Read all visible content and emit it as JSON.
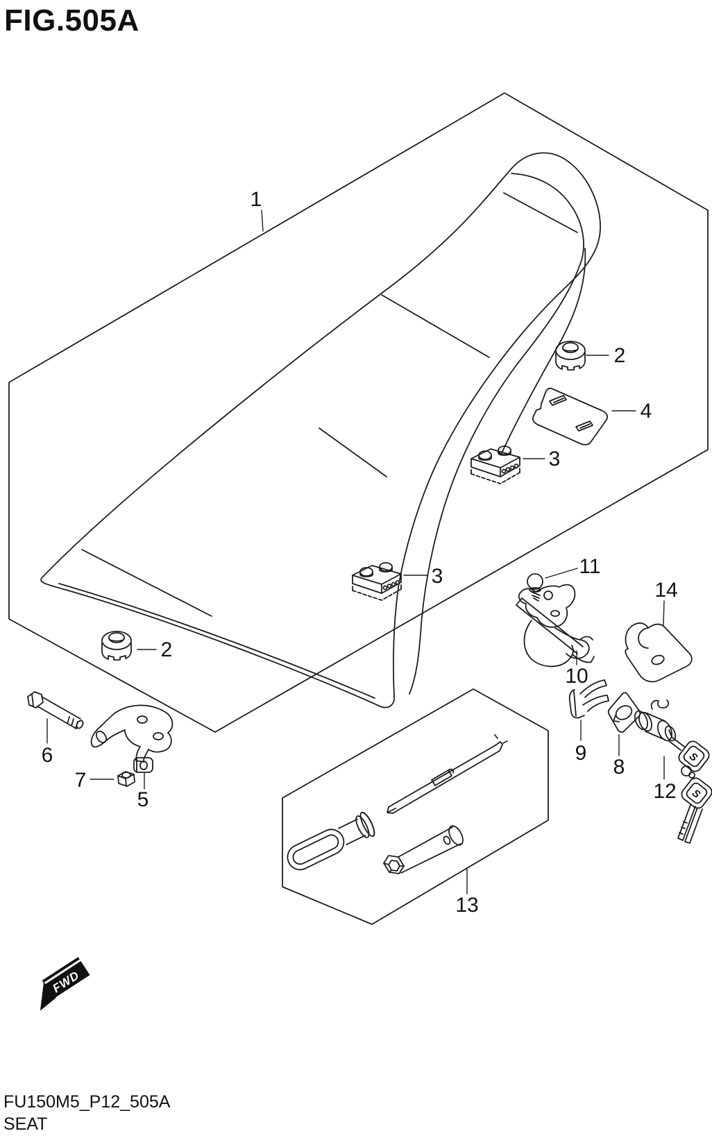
{
  "figure": {
    "title": "FIG.505A",
    "code": "FU150M5_P12_505A",
    "name": "SEAT",
    "fwd": "FWD",
    "key_logo": "S",
    "ink_color": "#1c1c1c",
    "paper_color": "#ffffff"
  },
  "callouts": {
    "c1": "1",
    "c2_upper": "2",
    "c2_lower": "2",
    "c3_upper": "3",
    "c3_lower": "3",
    "c4": "4",
    "c5": "5",
    "c6": "6",
    "c7": "7",
    "c8": "8",
    "c9": "9",
    "c10": "10",
    "c11": "11",
    "c12": "12",
    "c13": "13",
    "c14": "14"
  }
}
